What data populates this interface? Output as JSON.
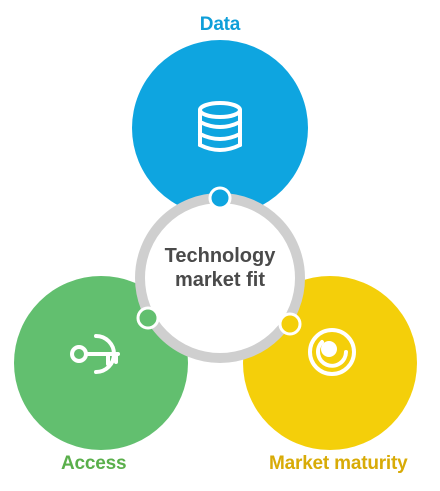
{
  "diagram": {
    "center": {
      "line1": "Technology",
      "line2": "market fit"
    },
    "nodes": [
      {
        "id": "data",
        "label": "Data",
        "icon": "database-icon",
        "color": "#0ea5e0"
      },
      {
        "id": "access",
        "label": "Access",
        "icon": "key-icon",
        "color": "#62bf6f"
      },
      {
        "id": "market",
        "label": "Market maturity",
        "icon": "target-icon",
        "color": "#f4cf0a"
      }
    ],
    "ring_color": "#cfcfcf"
  }
}
